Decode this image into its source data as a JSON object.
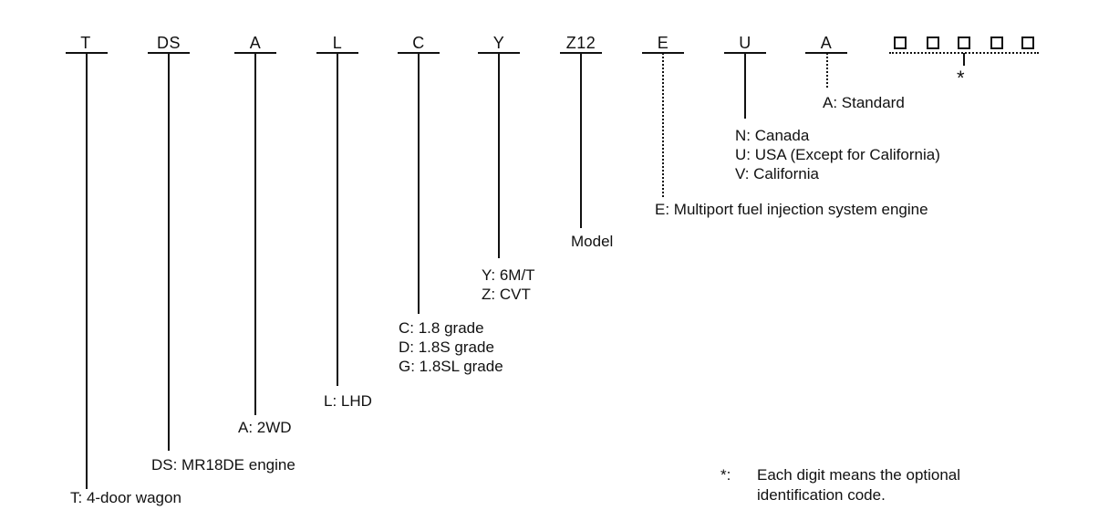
{
  "codes": {
    "c1": "T",
    "c2": "DS",
    "c3": "A",
    "c4": "L",
    "c5": "C",
    "c6": "Y",
    "c7": "Z12",
    "c8": "E",
    "c9": "U",
    "c10": "A"
  },
  "descriptions": {
    "t": "T: 4-door wagon",
    "ds": "DS: MR18DE engine",
    "a": "A: 2WD",
    "l": "L: LHD",
    "c_lines": [
      "C: 1.8 grade",
      "D: 1.8S grade",
      "G: 1.8SL grade"
    ],
    "y_lines": [
      "Y: 6M/T",
      "Z: CVT"
    ],
    "model": "Model",
    "e": "E: Multiport fuel injection system engine",
    "u_lines": [
      "N: Canada",
      "U: USA (Except for California)",
      "V: California"
    ],
    "a_std": "A: Standard"
  },
  "optional": {
    "star": "*",
    "note_prefix": "*:",
    "note_lines": [
      "Each digit means the optional",
      "identification code."
    ]
  }
}
